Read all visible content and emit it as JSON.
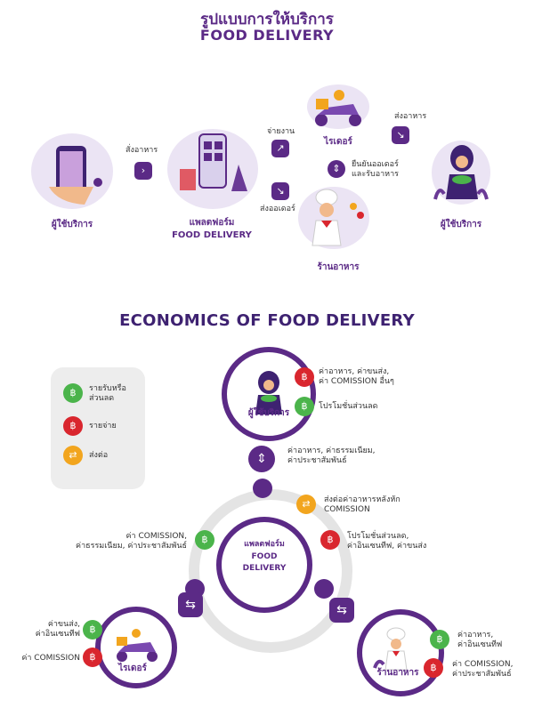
{
  "header": {
    "title_thai": "รูปแบบการให้บริการ",
    "title_en": "FOOD DELIVERY"
  },
  "flow": {
    "customer_left": "ผู้ใช้บริการ",
    "order_label": "สั่งอาหาร",
    "platform_line1": "แพลตฟอร์ม",
    "platform_line2": "FOOD DELIVERY",
    "assign_job": "จ่ายงาน",
    "send_order": "ส่งออเดอร์",
    "rider": "ไรเดอร์",
    "confirm_line1": "ยืนยันออเดอร์",
    "confirm_line2": "และรับอาหาร",
    "restaurant": "ร้านอาหาร",
    "deliver_food": "ส่งอาหาร",
    "customer_right": "ผู้ใช้บริการ"
  },
  "economics": {
    "title": "ECONOMICS OF FOOD DELIVERY",
    "legend": {
      "income_line1": "รายรับหรือ",
      "income_line2": "ส่วนลด",
      "expense": "รายจ่าย",
      "transfer": "ส่งต่อ"
    },
    "customer": {
      "label": "ผู้ใช้บริการ",
      "expense_line1": "ค่าอาหาร, ค่าขนส่ง,",
      "expense_line2": "ค่า COMISSION อื่นๆ",
      "income": "โปรโมชั่นส่วนลด"
    },
    "link_top_line1": "ค่าอาหาร, ค่าธรรมเนียม,",
    "link_top_line2": "ค่าประชาสัมพันธ์",
    "platform": {
      "line1": "แพลตฟอร์ม",
      "line2": "FOOD",
      "line3": "DELIVERY",
      "transfer_line1": "ส่งต่อค่าอาหารหลังหัก",
      "transfer_line2": "COMISSION",
      "expense_line1": "โปรโมชั่นส่วนลด,",
      "expense_line2": "ค่าอินเซนทีฟ, ค่าขนส่ง",
      "income_line1": "ค่า COMISSION,",
      "income_line2": "ค่าธรรมเนียม, ค่าประชาสัมพันธ์"
    },
    "rider": {
      "label": "ไรเดอร์",
      "income_line1": "ค่าขนส่ง,",
      "income_line2": "ค่าอินเซนทีฟ",
      "expense": "ค่า COMISSION"
    },
    "restaurant": {
      "label": "ร้านอาหาร",
      "income_line1": "ค่าอาหาร,",
      "income_line2": "ค่าอินเซนทีฟ",
      "expense_line1": "ค่า COMISSION,",
      "expense_line2": "ค่าประชาสัมพันธ์"
    }
  },
  "colors": {
    "purple": "#5b2a86",
    "green": "#4bb44b",
    "red": "#d9262e",
    "orange": "#f2a51e"
  }
}
